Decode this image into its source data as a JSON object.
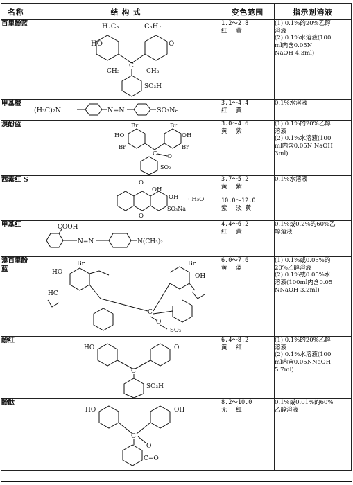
{
  "header": {
    "name": "名称",
    "structure": "结 构 式",
    "range": "变色范围",
    "solution": "指示剂溶液"
  },
  "rows": [
    {
      "name": "百里酚蓝",
      "ranges": [
        {
          "value": "1.2～2.8",
          "colors": "红 黄"
        }
      ],
      "solution": [
        "(1) 0.1%的20%乙醇",
        "溶液",
        "(2) 0.1%水溶液(100",
        "ml内含0.05N",
        "NaOH 4.3ml)"
      ],
      "labels": {
        "ho": "HO",
        "h7c3": "H₇C₃",
        "c3h7": "C₃H₇",
        "o": "O",
        "ch3a": "CH₃",
        "ch3b": "CH₃",
        "c": "C",
        "so3h": "SO₃H"
      }
    },
    {
      "name": "甲基橙",
      "ranges": [
        {
          "value": "3.1～4.4",
          "colors": "红 黄"
        }
      ],
      "solution": [
        "0.1%水溶液"
      ],
      "labels": {
        "left": "(H₃C)₂N",
        "azo": "N=N",
        "right": "SO₃Na"
      }
    },
    {
      "name": "溴酚蓝",
      "ranges": [
        {
          "value": "3.0～4.6",
          "colors": "黄 紫"
        }
      ],
      "solution": [
        "(1) 0.1%的20%乙醇",
        "溶液",
        "(2) 0.1%水溶液(100",
        "ml内含0.05N NaOH",
        "3ml)"
      ],
      "labels": {
        "ho": "HO",
        "oh": "OH",
        "br1": "Br",
        "br2": "Br",
        "br3": "Br",
        "br4": "Br",
        "c": "C",
        "o": "O",
        "so2": "SO₂"
      }
    },
    {
      "name": "茜素红 S",
      "ranges": [
        {
          "value": "3.7～5.2",
          "colors": "黄 紫"
        },
        {
          "value": "10.0～12.0",
          "colors": "紫 淡黄"
        }
      ],
      "solution": [
        "0.1%水溶液"
      ],
      "labels": {
        "o1": "O",
        "o2": "O",
        "oh1": "OH",
        "oh2": "OH",
        "so3na": "SO₃Na",
        "h2o": "· H₂O"
      }
    },
    {
      "name": "甲基红",
      "ranges": [
        {
          "value": "4.4～6.2",
          "colors": "红 黄"
        }
      ],
      "solution": [
        "0.1%或0.2%的60%乙",
        "醇溶液"
      ],
      "labels": {
        "cooh": "COOH",
        "azo": "N=N",
        "n": "N(CH₃)₂"
      }
    },
    {
      "name": "溴百里酚蓝",
      "ranges": [
        {
          "value": "6.0～7.6",
          "colors": "黄 蓝"
        }
      ],
      "solution": [
        "(1) 0.1%或0.05%的",
        "20%乙醇溶液",
        "(2) 0.1%或0.05%水",
        "溶液(100ml内含0.05",
        "NNaOH 3.2ml)"
      ],
      "labels": {
        "br1": "Br",
        "br2": "Br",
        "ho": "HO",
        "oh": "OH",
        "hc": "HC",
        "c": "C",
        "o": "O",
        "so3": "SO₃"
      }
    },
    {
      "name": "酚红",
      "ranges": [
        {
          "value": "6.4～8.2",
          "colors": "黄 红"
        }
      ],
      "solution": [
        "(1) 0.1%的20%乙醇",
        "溶液",
        "(2) 0.1%水溶液(100",
        "ml内含0.05NNaOH",
        "5.7ml)"
      ],
      "labels": {
        "ho": "HO",
        "o": "O",
        "c": "C",
        "so3h": "SO₃H"
      }
    },
    {
      "name": "酚酞",
      "ranges": [
        {
          "value": "8.2～10.0",
          "colors": "无 红"
        }
      ],
      "solution": [
        "0.1%或0.01%的60%",
        "乙醇溶液"
      ],
      "labels": {
        "ho": "HO",
        "oh": "OH",
        "c": "C",
        "o": "O",
        "co": "C=O"
      }
    }
  ]
}
